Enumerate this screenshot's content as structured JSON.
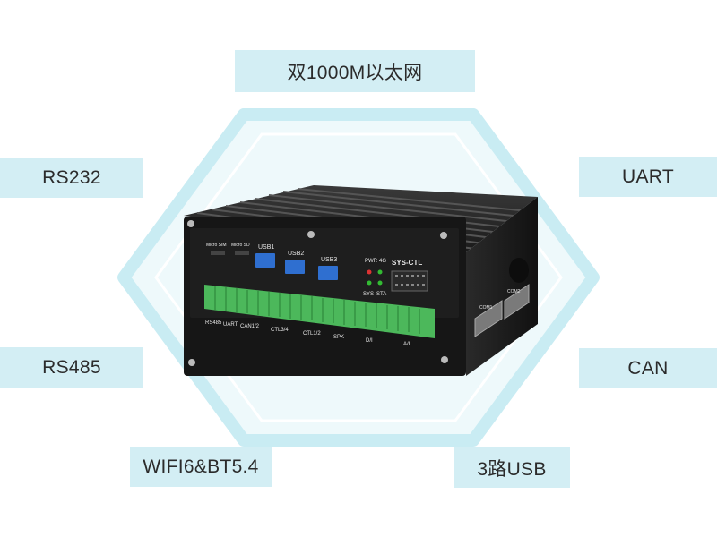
{
  "features": {
    "top": "双1000M以太网",
    "left_top": "RS232",
    "right_top": "UART",
    "left_bottom": "RS485",
    "right_bottom": "CAN",
    "bottom_left": "WIFI6&BT5.4",
    "bottom_right": "3路USB"
  },
  "device": {
    "slots": [
      "Micro SIM",
      "Micro SD"
    ],
    "usb_ports": [
      "USB1",
      "USB2",
      "USB3"
    ],
    "status": [
      "PWR",
      "4G",
      "SYS",
      "STA"
    ],
    "sys_ctl": "SYS-CTL",
    "port_groups": [
      "RS485",
      "UART",
      "CAN1/2",
      "CTL3/4",
      "CTL1/2",
      "SPK",
      "D/I",
      "A/I"
    ],
    "com_ports": [
      "COM1",
      "COM2"
    ]
  },
  "colors": {
    "label_bg": "#d3eef4",
    "hex_frame": "#c9ecf3",
    "terminal_green": "#4cb85b",
    "usb_blue": "#2f6fd0"
  }
}
